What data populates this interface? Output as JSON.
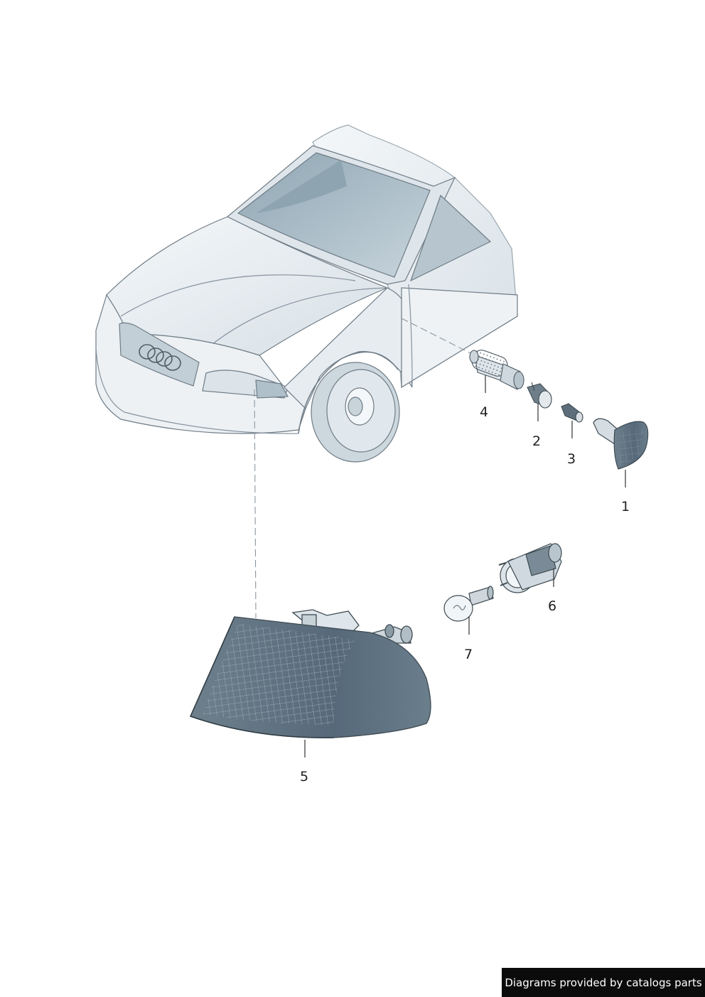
{
  "callouts": {
    "c1": "1",
    "c2": "2",
    "c3": "3",
    "c4": "4",
    "c5": "5",
    "c6": "6",
    "c7": "7"
  },
  "credit": "Diagrams provided by catalogs parts",
  "colors": {
    "body_fill": "#e9eef2",
    "glass_fill": "#9fb3bf",
    "outline": "#6f7c86",
    "lamp_lens": "#566a78",
    "banner": "#0b0b0b"
  }
}
